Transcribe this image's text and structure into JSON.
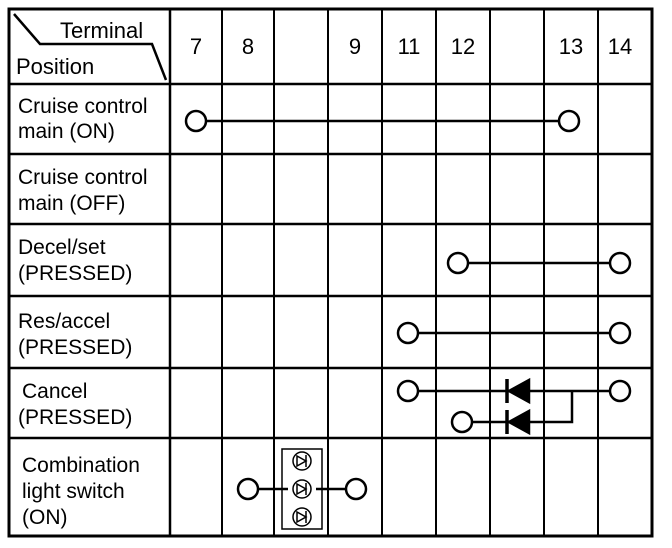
{
  "header": {
    "corner_top": "Terminal",
    "corner_bottom": "Position"
  },
  "terminals": [
    "7",
    "8",
    "",
    "9",
    "11",
    "12",
    "",
    "13",
    "14"
  ],
  "rows": [
    {
      "line1": "Cruise control",
      "line2": "main (ON)",
      "line3": ""
    },
    {
      "line1": "Cruise control",
      "line2": "main (OFF)",
      "line3": ""
    },
    {
      "line1": "Decel/set",
      "line2": "(PRESSED)",
      "line3": ""
    },
    {
      "line1": "Res/accel",
      "line2": "(PRESSED)",
      "line3": ""
    },
    {
      "line1": "Cancel",
      "line2": "(PRESSED)",
      "line3": ""
    },
    {
      "line1": "Combination",
      "line2": "light switch",
      "line3": "(ON)"
    }
  ],
  "connections": [
    {
      "row": 0,
      "from": "7",
      "to": "13",
      "kind": "wire"
    },
    {
      "row": 2,
      "from": "12",
      "to": "14",
      "kind": "wire"
    },
    {
      "row": 3,
      "from": "11",
      "to": "14",
      "kind": "wire"
    },
    {
      "row": 4,
      "from": "11",
      "to": "14",
      "kind": "diode-wire"
    },
    {
      "row": 4,
      "from": "12",
      "to": "14",
      "kind": "diode-branch"
    },
    {
      "row": 5,
      "from": "8",
      "to": "9",
      "kind": "lamp-bank"
    }
  ],
  "colors": {
    "ink": "#000000",
    "background": "#ffffff"
  }
}
